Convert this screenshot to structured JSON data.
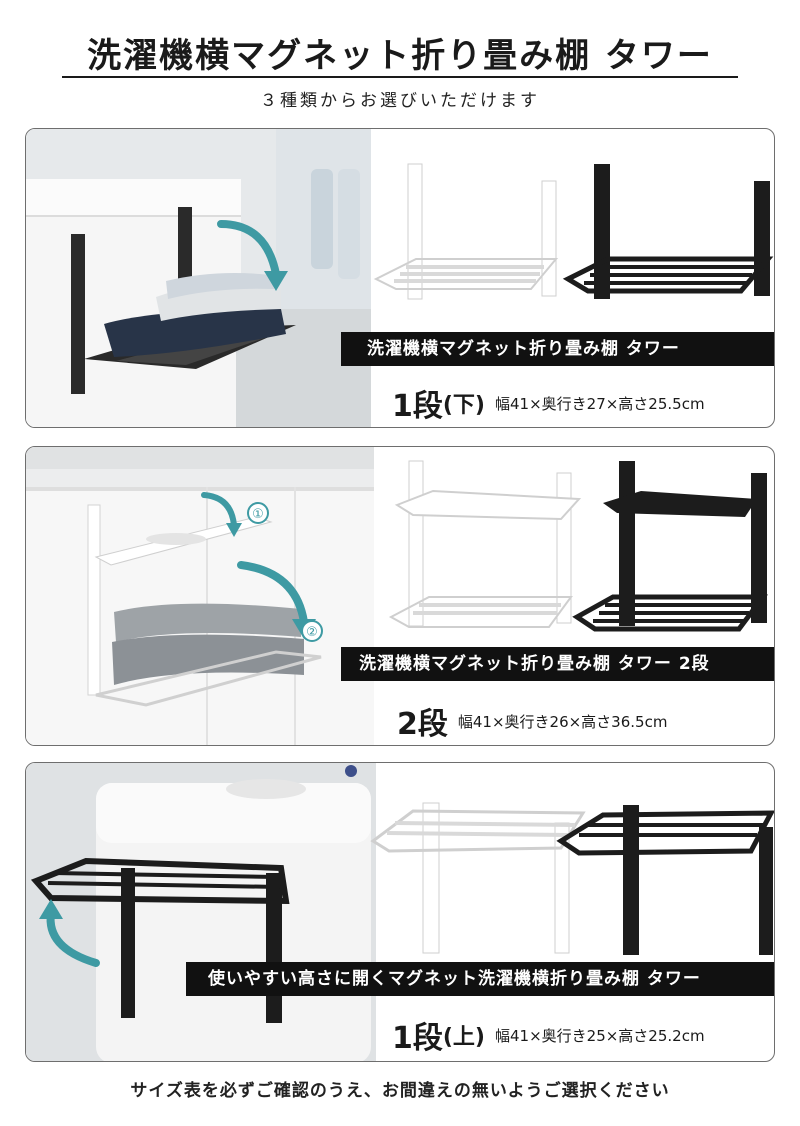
{
  "header": {
    "title": "洗濯機横マグネット折り畳み棚 タワー",
    "subtitle": "３種類からお選びいただけます"
  },
  "products": [
    {
      "name": "洗濯機横マグネット折り畳み棚 タワー",
      "tier": "1段",
      "tier_note": "(下)",
      "dims": "幅41×奥行き27×高さ25.5cm"
    },
    {
      "name": "洗濯機横マグネット折り畳み棚 タワー 2段",
      "tier": "2段",
      "tier_note": "",
      "dims": "幅41×奥行き26×高さ36.5cm",
      "step_markers": [
        "①",
        "②"
      ]
    },
    {
      "name": "使いやすい高さに開くマグネット洗濯機横折り畳み棚 タワー",
      "tier": "1段",
      "tier_note": "(上)",
      "dims": "幅41×奥行き25×高さ25.2cm"
    }
  ],
  "footer": {
    "note": "サイズ表を必ずご確認のうえ、お間違えの無いようご選択ください"
  },
  "colors": {
    "black_bar": "#111111",
    "arrow_teal": "#3e9aa3",
    "card_border": "#6e6e6e"
  },
  "icons": [
    "curved-arrow-icon",
    "step-one-marker-icon",
    "step-two-marker-icon"
  ]
}
